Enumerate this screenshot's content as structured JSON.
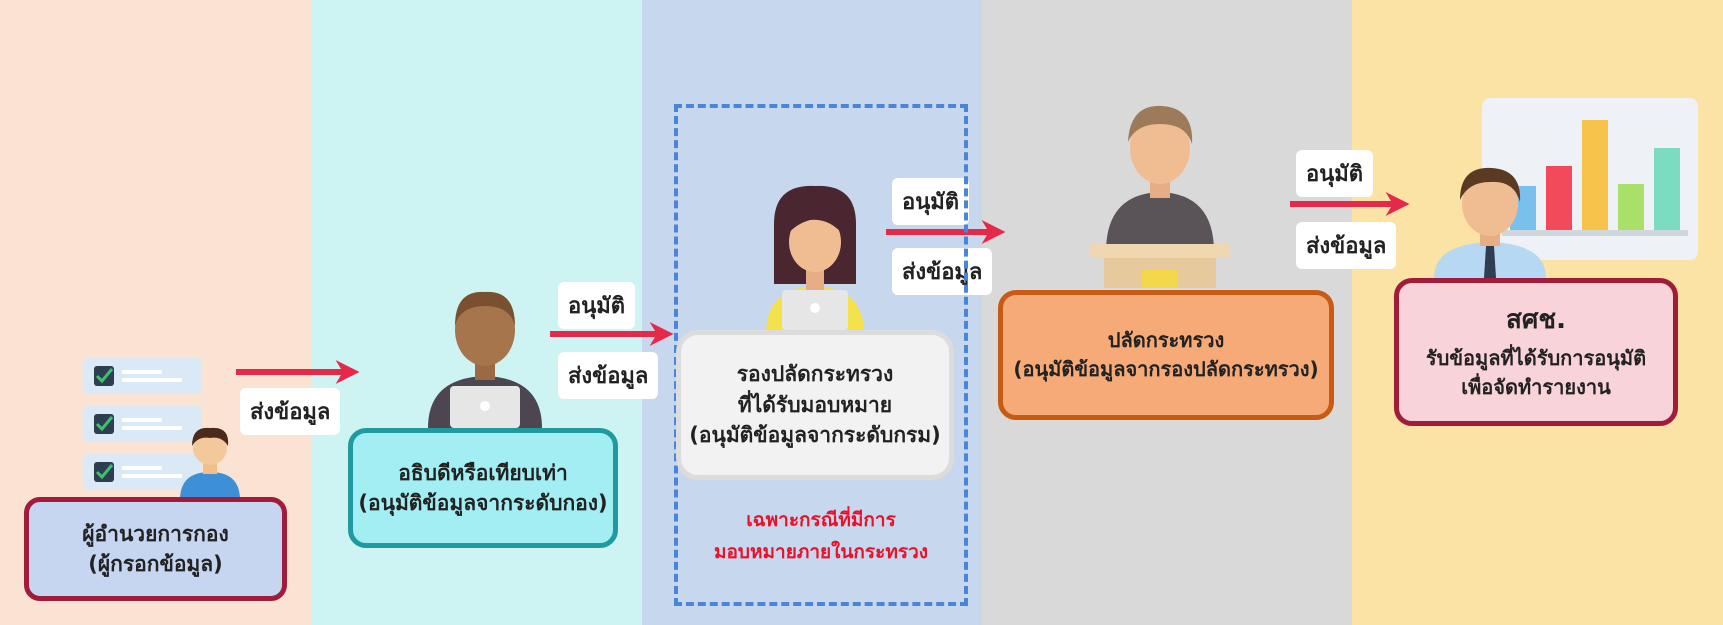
{
  "columns": [
    {
      "name": "col-1",
      "color": "#fbe3d3"
    },
    {
      "name": "col-2",
      "color": "#cdf3f3"
    },
    {
      "name": "col-3",
      "color": "#c7d8ee"
    },
    {
      "name": "col-4",
      "color": "#d9d9d9"
    },
    {
      "name": "col-5",
      "color": "#fbe3a6"
    }
  ],
  "step1": {
    "line1": "ผู้อำนวยการกอง",
    "line2": "(ผู้กรอกข้อมูล)"
  },
  "step2": {
    "line1": "อธิบดีหรือเทียบเท่า",
    "line2": "(อนุมัติข้อมูลจากระดับกอง)"
  },
  "step3": {
    "line1": "รองปลัดกระทรวง",
    "line2": "ที่ได้รับมอบหมาย",
    "line3": "(อนุมัติข้อมูลจากระดับกรม)"
  },
  "step3_note": {
    "line1": "เฉพาะกรณีที่มีการ",
    "line2": "มอบหมายภายในกระทรวง"
  },
  "step4": {
    "line1": "ปลัดกระทรวง",
    "line2": "(อนุมัติข้อมูลจากรองปลัดกระทรวง)"
  },
  "step5": {
    "line1": "สศช.",
    "line2": "รับข้อมูลที่ได้รับการอนุมัติ",
    "line3": "เพื่อจัดทำรายงาน"
  },
  "arrows": {
    "a1": {
      "send": "ส่งข้อมูล"
    },
    "a2": {
      "approve": "อนุมัติ",
      "send": "ส่งข้อมูล"
    },
    "a3": {
      "approve": "อนุมัติ",
      "send": "ส่งข้อมูล"
    },
    "a4": {
      "approve": "อนุมัติ",
      "send": "ส่งข้อมูล"
    }
  },
  "colors": {
    "arrow": "#e5294a",
    "dashed": "#4a86d8",
    "note": "#e8122a"
  }
}
